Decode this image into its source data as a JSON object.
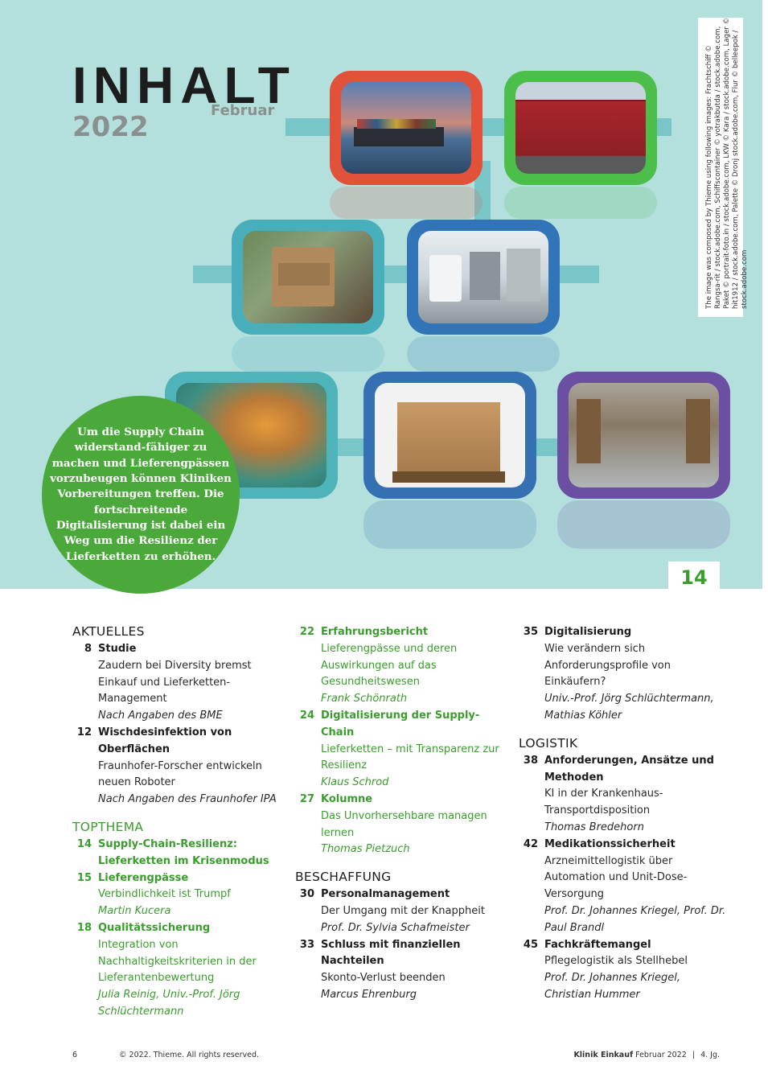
{
  "header": {
    "title": "INHALT",
    "month": "Februar",
    "year": "2022"
  },
  "credit": "The image was composed by Thieme using following images: Frachtschiff © Rangsa-rit / stock.adobe.com, Schiffscontainer © yotrakbutda / stock.adobe.com, Paket © portrait-foto.in / stock.adobe.com, LKW © Kara / stock.adobe.com, Lager © hit1912 / stock.adobe.com, Palette © Dronj stock.adobe.com, Flur © belleepok / stock.adobe.com",
  "bubble_text": "Um die Supply Chain widerstand-fähiger zu machen und Lieferengpässen vorzubeugen können Kliniken Vorbereitungen treffen. Die fortschreitende Digitalisierung ist dabei ein Weg um die Resilienz der Lieferketten zu erhöhen.",
  "page_badge": "14",
  "columns": [
    {
      "sections": [
        {
          "heading": "AKTUELLES",
          "style": "dark",
          "entries": [
            {
              "num": "8",
              "title": "Studie",
              "desc": "Zaudern bei Diversity bremst Einkauf und Lieferketten-Management",
              "author": "Nach Angaben des BME"
            },
            {
              "num": "12",
              "title": "Wischdesinfektion von Oberflächen",
              "desc": "Fraunhofer-Forscher entwickeln neuen Roboter",
              "author": "Nach Angaben des Fraunhofer IPA"
            }
          ]
        },
        {
          "heading": "TOPTHEMA",
          "style": "green",
          "entries": [
            {
              "num": "14",
              "title": "Supply-Chain-Resilienz: Lieferketten im Krisenmodus",
              "desc": "",
              "author": ""
            },
            {
              "num": "15",
              "title": "Lieferengpässe",
              "desc": "Verbindlichkeit ist Trumpf",
              "author": "Martin Kucera"
            },
            {
              "num": "18",
              "title": "Qualitätssicherung",
              "desc": "Integration von Nachhaltigkeitskriterien in der Lieferantenbewertung",
              "author": "Julia Reinig, Univ.-Prof. Jörg Schlüchtermann"
            }
          ]
        }
      ]
    },
    {
      "sections": [
        {
          "heading": "",
          "style": "green",
          "entries": [
            {
              "num": "22",
              "title": "Erfahrungsbericht",
              "desc": "Lieferengpässe und deren Auswirkungen auf das Gesundheitswesen",
              "author": "Frank Schönrath"
            },
            {
              "num": "24",
              "title": "Digitalisierung der Supply-Chain",
              "desc": "Lieferketten – mit Transparenz zur Resilienz",
              "author": "Klaus Schrod"
            },
            {
              "num": "27",
              "title": "Kolumne",
              "desc": "Das Unvorhersehbare managen lernen",
              "author": "Thomas Pietzuch"
            }
          ]
        },
        {
          "heading": "BESCHAFFUNG",
          "style": "dark",
          "entries": [
            {
              "num": "30",
              "title": "Personalmanagement",
              "desc": "Der Umgang mit der Knappheit",
              "author": "Prof. Dr. Sylvia Schafmeister"
            },
            {
              "num": "33",
              "title": "Schluss mit finanziellen Nachteilen",
              "desc": "Skonto-Verlust beenden",
              "author": "Marcus Ehrenburg"
            }
          ]
        }
      ]
    },
    {
      "sections": [
        {
          "heading": "",
          "style": "dark",
          "entries": [
            {
              "num": "35",
              "title": "Digitalisierung",
              "desc": "Wie verändern sich Anforderungsprofile von Einkäufern?",
              "author": "Univ.-Prof. Jörg Schlüchtermann, Mathias Köhler"
            }
          ]
        },
        {
          "heading": "LOGISTIK",
          "style": "dark",
          "entries": [
            {
              "num": "38",
              "title": "Anforderungen, Ansätze und Methoden",
              "desc": "KI in der Krankenhaus-Transportdisposition",
              "author": "Thomas Bredehorn"
            },
            {
              "num": "42",
              "title": "Medikationssicherheit",
              "desc": "Arzneimittellogistik über Automation und Unit-Dose-Versorgung",
              "author": "Prof. Dr. Johannes Kriegel, Prof. Dr. Paul Brandl"
            },
            {
              "num": "45",
              "title": "Fachkräftemangel",
              "desc": "Pflegelogistik als Stellhebel",
              "author": "Prof. Dr. Johannes Kriegel, Christian Hummer"
            }
          ]
        }
      ]
    }
  ],
  "footer": {
    "page_number": "6",
    "copyright": "© 2022. Thieme. All rights reserved.",
    "journal": "Klinik Einkauf",
    "issue": "Februar 2022",
    "separator": "|",
    "volume": "4. Jg."
  },
  "colors": {
    "accent_green": "#3a9d2d",
    "hero_bg": "#b3dfdc",
    "bubble": "#4aa93a"
  }
}
